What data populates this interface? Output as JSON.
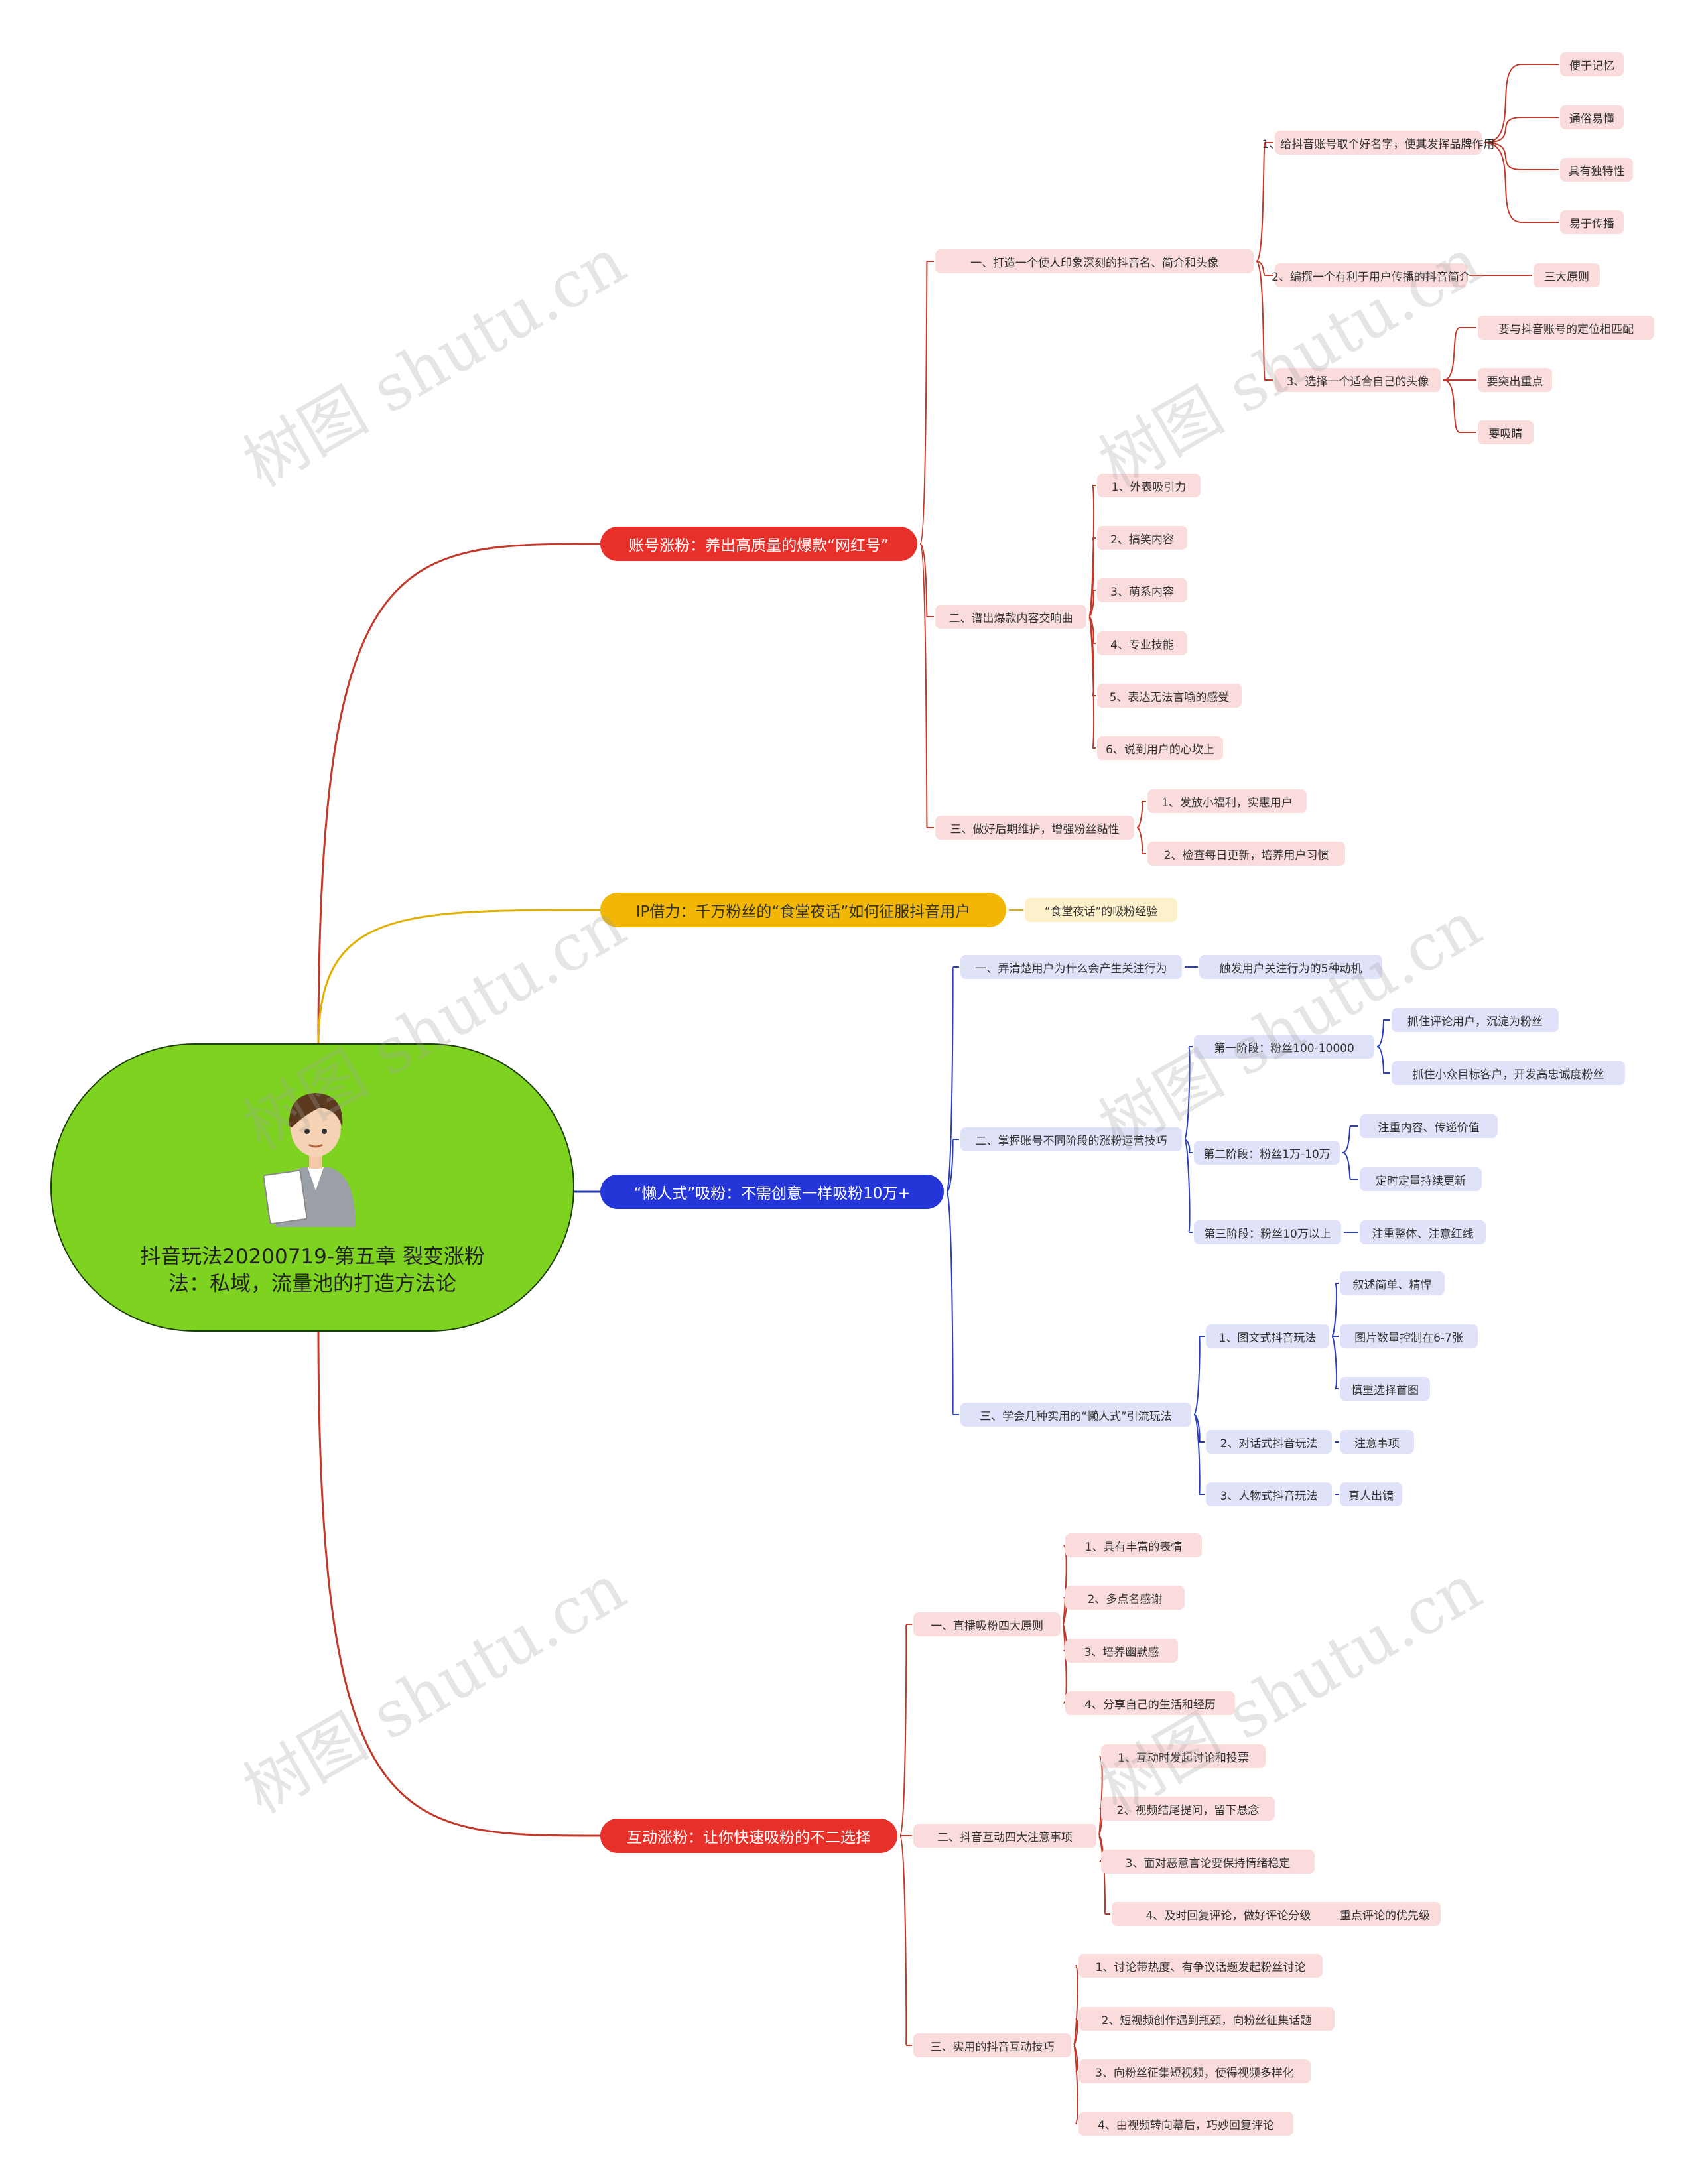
{
  "root": {
    "title": "抖音玩法20200719-第五章  裂变涨粉法：私域，流量池的打造方法论"
  },
  "watermark": "树图 shutu.cn",
  "colors": {
    "red": "#e8302a",
    "yellow": "#f2b705",
    "blue": "#2536d9",
    "root_green": "#7ed321",
    "red_line": "#c0392b",
    "blue_line": "#2a3fb8",
    "yellow_line": "#e0b000"
  },
  "branches": [
    {
      "label": "账号涨粉：养出高质量的爆款“网红号”",
      "children": [
        {
          "label": "一、打造一个使人印象深刻的抖音名、简介和头像",
          "children": [
            {
              "label": "1、给抖音账号取个好名字，使其发挥品牌作用",
              "children": [
                {
                  "label": "便于记忆"
                },
                {
                  "label": "通俗易懂"
                },
                {
                  "label": "具有独特性"
                },
                {
                  "label": "易于传播"
                }
              ]
            },
            {
              "label": "2、编撰一个有利于用户传播的抖音简介",
              "children": [
                {
                  "label": "三大原则"
                }
              ]
            },
            {
              "label": "3、选择一个适合自己的头像",
              "children": [
                {
                  "label": "要与抖音账号的定位相匹配"
                },
                {
                  "label": "要突出重点"
                },
                {
                  "label": "要吸睛"
                }
              ]
            }
          ]
        },
        {
          "label": "二、谱出爆款内容交响曲",
          "children": [
            {
              "label": "1、外表吸引力"
            },
            {
              "label": "2、搞笑内容"
            },
            {
              "label": "3、萌系内容"
            },
            {
              "label": "4、专业技能"
            },
            {
              "label": "5、表达无法言喻的感受"
            },
            {
              "label": "6、说到用户的心坎上"
            }
          ]
        },
        {
          "label": "三、做好后期维护，增强粉丝黏性",
          "children": [
            {
              "label": "1、发放小福利，实惠用户"
            },
            {
              "label": "2、检查每日更新，培养用户习惯"
            }
          ]
        }
      ]
    },
    {
      "label": "IP借力：千万粉丝的“食堂夜话”如何征服抖音用户",
      "children": [
        {
          "label": "“食堂夜话”的吸粉经验"
        }
      ]
    },
    {
      "label": "“懒人式”吸粉：不需创意一样吸粉10万+",
      "children": [
        {
          "label": "一、弄清楚用户为什么会产生关注行为",
          "children": [
            {
              "label": "触发用户关注行为的5种动机"
            }
          ]
        },
        {
          "label": "二、掌握账号不同阶段的涨粉运营技巧",
          "children": [
            {
              "label": "第一阶段：粉丝100-10000",
              "children": [
                {
                  "label": "抓住评论用户，沉淀为粉丝"
                },
                {
                  "label": "抓住小众目标客户，开发高忠诚度粉丝"
                }
              ]
            },
            {
              "label": "第二阶段：粉丝1万-10万",
              "children": [
                {
                  "label": "注重内容、传递价值"
                },
                {
                  "label": "定时定量持续更新"
                }
              ]
            },
            {
              "label": "第三阶段：粉丝10万以上",
              "children": [
                {
                  "label": "注重整体、注意红线"
                }
              ]
            }
          ]
        },
        {
          "label": "三、学会几种实用的“懒人式”引流玩法",
          "children": [
            {
              "label": "1、图文式抖音玩法",
              "children": [
                {
                  "label": "叙述简单、精悍"
                },
                {
                  "label": "图片数量控制在6-7张"
                },
                {
                  "label": "慎重选择首图"
                }
              ]
            },
            {
              "label": "2、对话式抖音玩法",
              "children": [
                {
                  "label": "注意事项"
                }
              ]
            },
            {
              "label": "3、人物式抖音玩法",
              "children": [
                {
                  "label": "真人出镜"
                }
              ]
            }
          ]
        }
      ]
    },
    {
      "label": "互动涨粉：让你快速吸粉的不二选择",
      "children": [
        {
          "label": "一、直播吸粉四大原则",
          "children": [
            {
              "label": "1、具有丰富的表情"
            },
            {
              "label": "2、多点名感谢"
            },
            {
              "label": "3、培养幽默感"
            },
            {
              "label": "4、分享自己的生活和经历"
            }
          ]
        },
        {
          "label": "二、抖音互动四大注意事项",
          "children": [
            {
              "label": "1、互动时发起讨论和投票"
            },
            {
              "label": "2、视频结尾提问，留下悬念"
            },
            {
              "label": "3、面对恶意言论要保持情绪稳定"
            },
            {
              "label": "4、及时回复评论，做好评论分级",
              "children": [
                {
                  "label": "重点评论的优先级"
                }
              ]
            }
          ]
        },
        {
          "label": "三、实用的抖音互动技巧",
          "children": [
            {
              "label": "1、讨论带热度、有争议话题发起粉丝讨论"
            },
            {
              "label": "2、短视频创作遇到瓶颈，向粉丝征集话题"
            },
            {
              "label": "3、向粉丝征集短视频，使得视频多样化"
            },
            {
              "label": "4、由视频转向幕后，巧妙回复评论"
            }
          ]
        }
      ]
    }
  ]
}
